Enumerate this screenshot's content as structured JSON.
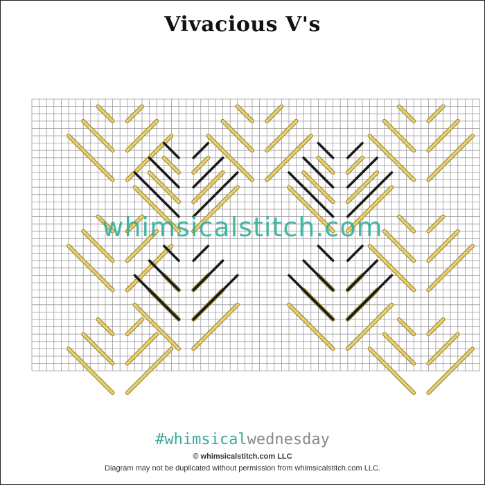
{
  "title": "Vivacious V's",
  "watermark": "whimsicalstitch.com",
  "footer": {
    "hashtag_part1": "#whimsical",
    "hashtag_part2": "wednesday",
    "copyright": "© whimsicalstitch.com LLC",
    "permission": "Diagram may not be duplicated without permission from whimsicalstitch.com LLC."
  },
  "colors": {
    "gold_thread": "#e8d070",
    "gold_outline": "#a08a3a",
    "black_thread": "#1a1a1a",
    "grid_line": "#9a9a9a",
    "watermark": "#28aa96"
  }
}
